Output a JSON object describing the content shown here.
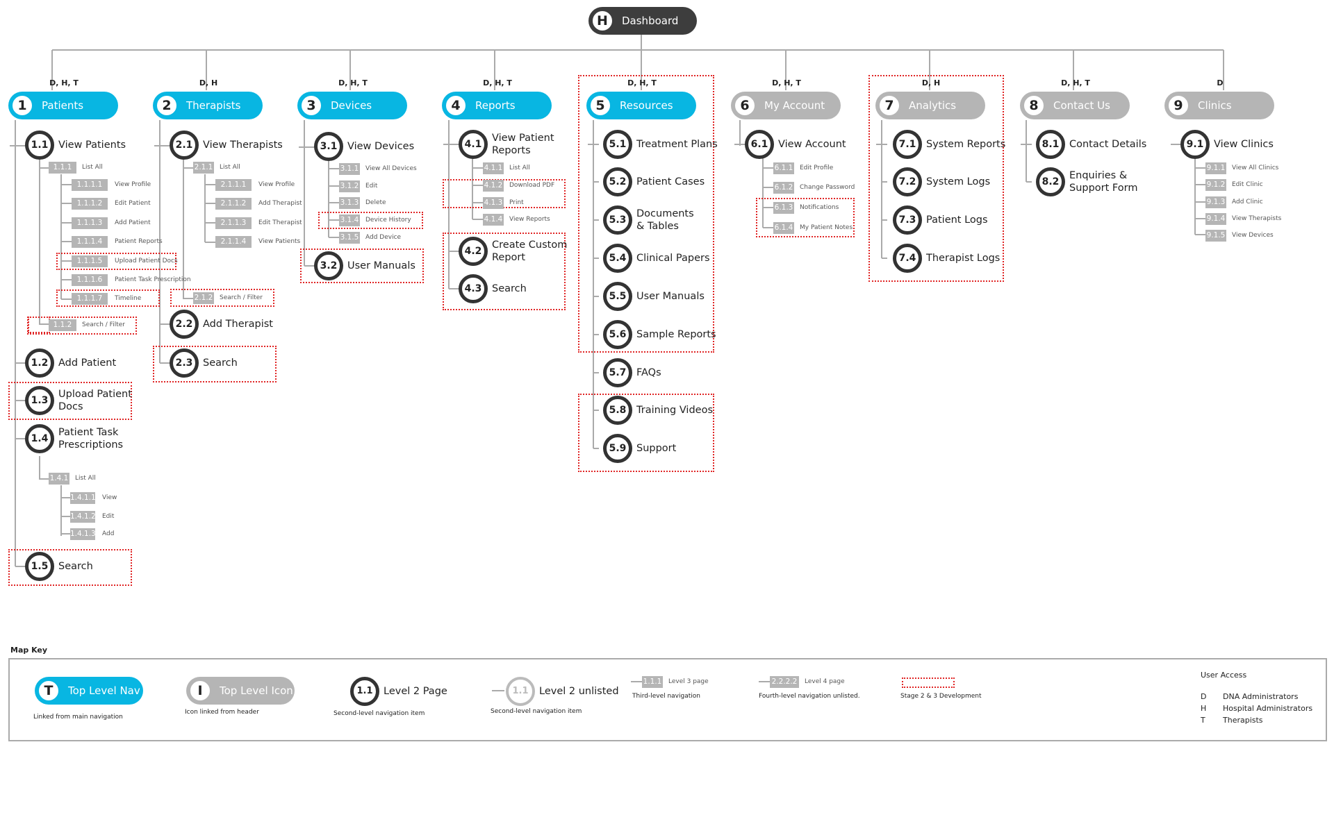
{
  "dashboard": {
    "letter": "H",
    "label": "Dashboard"
  },
  "sections": [
    {
      "num": "1",
      "label": "Patients",
      "access": "D, H, T",
      "style": "blue",
      "nodes": [
        {
          "num": "1.1",
          "label": "View Patients",
          "leaves": [
            {
              "num": "1.1.1",
              "label": "List All",
              "children": [
                {
                  "num": "1.1.1.1",
                  "label": "View Profile"
                },
                {
                  "num": "1.1.1.2",
                  "label": "Edit Patient"
                },
                {
                  "num": "1.1.1.3",
                  "label": "Add Patient"
                },
                {
                  "num": "1.1.1.4",
                  "label": "Patient Reports"
                },
                {
                  "num": "1.1.1.5",
                  "label": "Upload Patient Docs"
                },
                {
                  "num": "1.1.1.6",
                  "label": "Patient Task Prescription"
                },
                {
                  "num": "1.1.1.7",
                  "label": "Timeline"
                }
              ]
            },
            {
              "num": "1.1.2",
              "label": "Search / Filter"
            }
          ]
        },
        {
          "num": "1.2",
          "label": "Add Patient"
        },
        {
          "num": "1.3",
          "label": "Upload Patient Docs"
        },
        {
          "num": "1.4",
          "label": "Patient Task Prescriptions",
          "leaves": [
            {
              "num": "1.4.1",
              "label": "List All",
              "children": [
                {
                  "num": "1.4.1.1",
                  "label": "View"
                },
                {
                  "num": "1.4.1.2",
                  "label": "Edit"
                },
                {
                  "num": "1.4.1.3",
                  "label": "Add"
                }
              ]
            }
          ]
        },
        {
          "num": "1.5",
          "label": "Search"
        }
      ]
    },
    {
      "num": "2",
      "label": "Therapists",
      "access": "D, H",
      "style": "blue",
      "nodes": [
        {
          "num": "2.1",
          "label": "View Therapists",
          "leaves": [
            {
              "num": "2.1.1",
              "label": "List All",
              "children": [
                {
                  "num": "2.1.1.1",
                  "label": "View Profile"
                },
                {
                  "num": "2.1.1.2",
                  "label": "Add Therapist"
                },
                {
                  "num": "2.1.1.3",
                  "label": "Edit Therapist"
                },
                {
                  "num": "2.1.1.4",
                  "label": "View Patients"
                }
              ]
            },
            {
              "num": "2.1.2",
              "label": "Search / Filter"
            }
          ]
        },
        {
          "num": "2.2",
          "label": "Add Therapist"
        },
        {
          "num": "2.3",
          "label": "Search"
        }
      ]
    },
    {
      "num": "3",
      "label": "Devices",
      "access": "D, H, T",
      "style": "blue",
      "nodes": [
        {
          "num": "3.1",
          "label": "View Devices",
          "leaves": [
            {
              "num": "3.1.1",
              "label": "View All Devices"
            },
            {
              "num": "3.1.2",
              "label": "Edit"
            },
            {
              "num": "3.1.3",
              "label": "Delete"
            },
            {
              "num": "3.1.4",
              "label": "Device History"
            },
            {
              "num": "3.1.5",
              "label": "Add Device"
            }
          ]
        },
        {
          "num": "3.2",
          "label": "User Manuals"
        }
      ]
    },
    {
      "num": "4",
      "label": "Reports",
      "access": "D, H, T",
      "style": "blue",
      "nodes": [
        {
          "num": "4.1",
          "label": "View Patient Reports",
          "leaves": [
            {
              "num": "4.1.1",
              "label": "List All"
            },
            {
              "num": "4.1.2",
              "label": "Download PDF"
            },
            {
              "num": "4.1.3",
              "label": "Print"
            },
            {
              "num": "4.1.4",
              "label": "View Reports"
            }
          ]
        },
        {
          "num": "4.2",
          "label": "Create Custom Report"
        },
        {
          "num": "4.3",
          "label": "Search"
        }
      ]
    },
    {
      "num": "5",
      "label": "Resources",
      "access": "D, H, T",
      "style": "blue",
      "nodes": [
        {
          "num": "5.1",
          "label": "Treatment Plans"
        },
        {
          "num": "5.2",
          "label": "Patient Cases"
        },
        {
          "num": "5.3",
          "label": "Documents & Tables"
        },
        {
          "num": "5.4",
          "label": "Clinical Papers"
        },
        {
          "num": "5.5",
          "label": "User Manuals"
        },
        {
          "num": "5.6",
          "label": "Sample Reports"
        },
        {
          "num": "5.7",
          "label": "FAQs"
        },
        {
          "num": "5.8",
          "label": "Training Videos"
        },
        {
          "num": "5.9",
          "label": "Support"
        }
      ]
    },
    {
      "num": "6",
      "label": "My Account",
      "access": "D, H, T",
      "style": "grey",
      "nodes": [
        {
          "num": "6.1",
          "label": "View Account",
          "leaves": [
            {
              "num": "6.1.1",
              "label": "Edit Profile"
            },
            {
              "num": "6.1.2",
              "label": "Change Password"
            },
            {
              "num": "6.1.3",
              "label": "Notifications"
            },
            {
              "num": "6.1.4",
              "label": "My Patient Notes"
            }
          ]
        }
      ]
    },
    {
      "num": "7",
      "label": "Analytics",
      "access": "D, H",
      "style": "grey",
      "nodes": [
        {
          "num": "7.1",
          "label": "System Reports"
        },
        {
          "num": "7.2",
          "label": "System Logs"
        },
        {
          "num": "7.3",
          "label": "Patient Logs"
        },
        {
          "num": "7.4",
          "label": "Therapist Logs"
        }
      ]
    },
    {
      "num": "8",
      "label": "Contact Us",
      "access": "D, H, T",
      "style": "grey",
      "nodes": [
        {
          "num": "8.1",
          "label": "Contact Details"
        },
        {
          "num": "8.2",
          "label": "Enquiries & Support Form"
        }
      ]
    },
    {
      "num": "9",
      "label": "Clinics",
      "access": "D",
      "style": "grey",
      "nodes": [
        {
          "num": "9.1",
          "label": "View Clinics",
          "leaves": [
            {
              "num": "9.1.1",
              "label": "View All Clinics"
            },
            {
              "num": "9.1.2",
              "label": "Edit Clinic"
            },
            {
              "num": "9.1.3",
              "label": "Add Clinic"
            },
            {
              "num": "9.1.4",
              "label": "View Therapists"
            },
            {
              "num": "9.1.5",
              "label": "View Devices"
            }
          ]
        }
      ]
    }
  ],
  "key": {
    "title": "Map Key",
    "top_nav": {
      "letter": "T",
      "label": "Top Level Nav",
      "desc": "Linked from main navigation"
    },
    "top_icon": {
      "letter": "I",
      "label": "Top Level Icon",
      "desc": "Icon linked from header"
    },
    "level2": {
      "num": "1.1",
      "label": "Level 2 Page",
      "desc": "Second-level navigation item"
    },
    "level2_unlisted": {
      "num": "1.1",
      "label": "Level 2 unlisted",
      "desc": "Second-level navigation item"
    },
    "level3": {
      "num": "1.1.1",
      "label": "Level 3 page",
      "desc": "Third-level navigation"
    },
    "level4": {
      "num": "2.2.2.2",
      "label": "Level 4 page",
      "desc": "Fourth-level navigation unlisted."
    },
    "stage": {
      "desc": "Stage 2 & 3 Development"
    },
    "user_access": {
      "title": "User Access",
      "items": [
        {
          "code": "D",
          "label": "DNA Administrators"
        },
        {
          "code": "H",
          "label": "Hospital Administrators"
        },
        {
          "code": "T",
          "label": "Therapists"
        }
      ]
    }
  }
}
